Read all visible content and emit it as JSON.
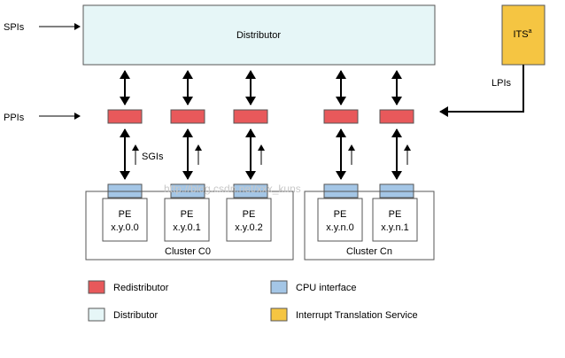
{
  "inputs": {
    "spis": "SPIs",
    "ppis": "PPIs",
    "lpis": "LPIs",
    "sgis": "SGIs"
  },
  "distributor": {
    "label": "Distributor",
    "fill": "#e6f6f7"
  },
  "its": {
    "label": "ITS",
    "superscript": "a",
    "fill": "#f5c542"
  },
  "colors": {
    "redistributor": "#e8595b",
    "cpu_interface": "#a4c6e6",
    "distributor": "#e6f6f7",
    "its": "#f5c542"
  },
  "clusters": [
    {
      "label": "Cluster C0",
      "pes": [
        {
          "name": "PE",
          "id": "x.y.0.0"
        },
        {
          "name": "PE",
          "id": "x.y.0.1"
        },
        {
          "name": "PE",
          "id": "x.y.0.2"
        }
      ]
    },
    {
      "label": "Cluster Cn",
      "pes": [
        {
          "name": "PE",
          "id": "x.y.n.0"
        },
        {
          "name": "PE",
          "id": "x.y.n.1"
        }
      ]
    }
  ],
  "legend": {
    "redistributor": "Redistributor",
    "cpu_interface": "CPU interface",
    "distributor": "Distributor",
    "its": "Interrupt Translation Service"
  },
  "watermark": "http://blog.csdn.net/xxx_kuns"
}
